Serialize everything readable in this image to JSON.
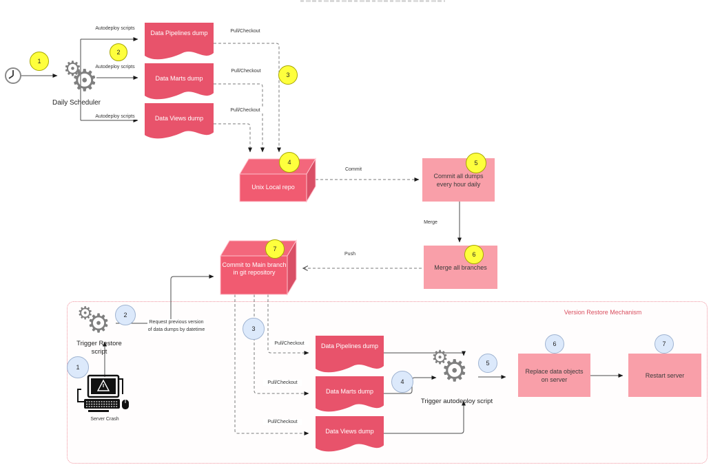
{
  "diagram": {
    "region_label": "Version Restore Mechanism",
    "nodes": {
      "daily_scheduler": "Daily Scheduler",
      "data_pipelines_dump": "Data Pipelines dump",
      "data_marts_dump": "Data Marts dump",
      "data_views_dump": "Data Views dump",
      "unix_local_repo": "Unix Local repo",
      "commit_all_dumps": "Commit all dumps every hour daily",
      "merge_all_branches": "Merge all branches",
      "commit_to_main": "Commit to Main branch in git repository",
      "trigger_restore_script": "Trigger Restore script",
      "server_crash": "Server Crash",
      "trigger_autodeploy_script": "Trigger autodeploy script",
      "replace_data_objects": "Replace data objects on server",
      "restart_server": "Restart server"
    },
    "edge_labels": {
      "autodeploy_scripts": "Autodeploy scripts",
      "pull_checkout": "Pull/Checkout",
      "commit": "Commit",
      "merge": "Merge",
      "push": "Push",
      "request_previous": "Request previous version of data dumps by datetime"
    },
    "steps_scheduled": [
      "1",
      "2",
      "3",
      "4",
      "5",
      "6",
      "7"
    ],
    "steps_restore": [
      "1",
      "2",
      "3",
      "4",
      "5",
      "6",
      "7"
    ],
    "colors": {
      "dump_red": "#e8536b",
      "cube_front": "#f15b71",
      "cube_side": "#d94f66",
      "box_pink": "#f99fa9",
      "badge_yellow": "#feff3d",
      "badge_blue": "#dce9fb",
      "region_border": "#f0909c",
      "region_label_red": "#d94f5f",
      "line_gray": "#4a4a4a"
    }
  }
}
